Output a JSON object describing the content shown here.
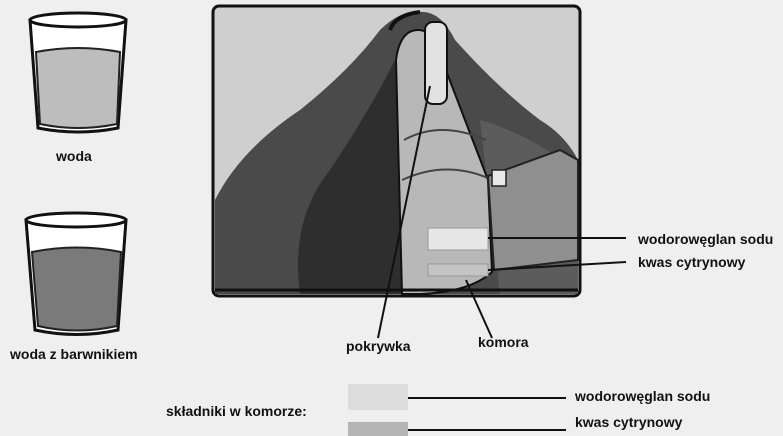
{
  "glasses": [
    {
      "label": "woda"
    },
    {
      "label": "woda z barwnikiem"
    }
  ],
  "diagram": {
    "callouts_right": {
      "baking_soda": "wodorowęglan sodu",
      "citric_acid": "kwas cytrynowy"
    },
    "callouts_bottom": {
      "lid": "pokrywka",
      "chamber": "komora"
    }
  },
  "legend": {
    "title": "składniki w komorze:",
    "items": [
      {
        "label": "wodorowęglan sodu",
        "swatch_color": "#dcdcdc"
      },
      {
        "label": "kwas cytrynowy",
        "swatch_color": "#b4b4b4"
      }
    ]
  },
  "colors": {
    "water": "#bdbdbd",
    "dyed_water": "#7a7a7a",
    "photo_dark": "#3a3a3a",
    "photo_mid": "#8a8a8a",
    "chamber": "#c9c9c9"
  }
}
